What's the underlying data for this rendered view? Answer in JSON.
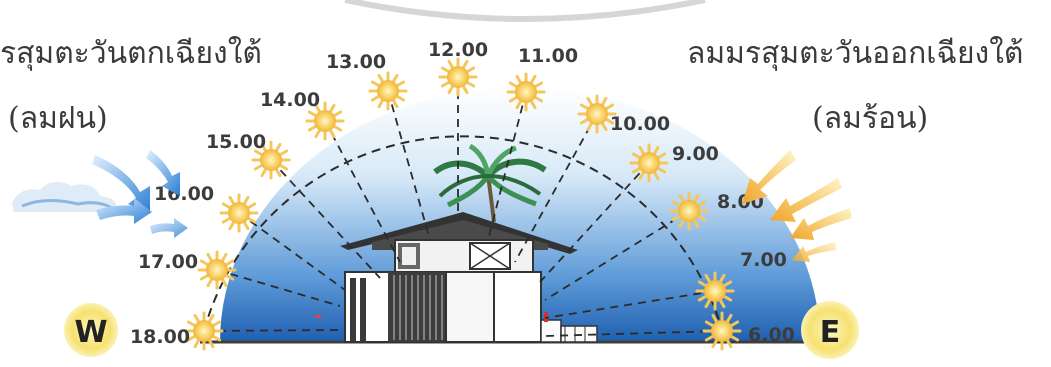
{
  "labels": {
    "west_wind_line1": "รสุมตะวันตกเฉียงใต้",
    "west_wind_line2": "(ลมฝน)",
    "east_wind_line1": "ลมมรสุมตะวันออกเฉียงใต้",
    "east_wind_line2": "(ลมร้อน)",
    "west": "W",
    "east": "E"
  },
  "sun_path": {
    "times": [
      "6.00",
      "7.00",
      "8.00",
      "9.00",
      "10.00",
      "11.00",
      "12.00",
      "13.00",
      "14.00",
      "15.00",
      "16.00",
      "17.00",
      "18.00"
    ]
  },
  "colors": {
    "sky_top": "#ffffff",
    "sky_bottom": "#1f63b5",
    "sun": "#f6c64a",
    "compass_circle": "#f3de63",
    "west_arrow": "#2f86d8",
    "east_arrow": "#f2b23b"
  },
  "icons": [
    "sun-icon",
    "palm-tree-icon",
    "house-icon",
    "cloud-icon",
    "wind-arrow-icon"
  ]
}
